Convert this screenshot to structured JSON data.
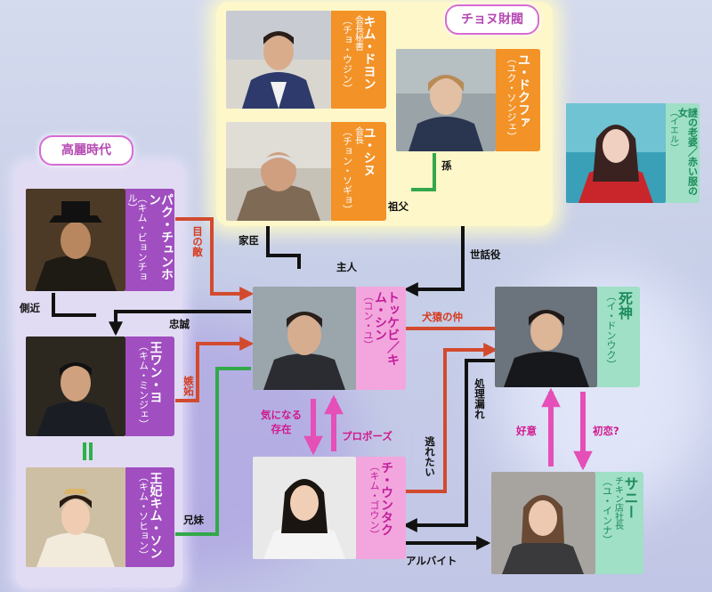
{
  "groups": {
    "goryeo": "高麗時代",
    "cheonu": "チョヌ財閥"
  },
  "characters": {
    "kim_doyon": {
      "name": "キム・ドヨン",
      "role": "会長秘書",
      "actor": "（チョ・ウジン）"
    },
    "yu_dokhwa": {
      "name": "ユ・ドクファ",
      "actor": "（ユク・ソンジェ）"
    },
    "yu_shinu": {
      "name": "ユ・シヌ",
      "role": "会長",
      "actor": "（チョン・ソギョ）"
    },
    "mystery": {
      "name": "謎の老婆／赤い服の女",
      "actor": "（イエル）"
    },
    "park": {
      "name": "パク・チュンホン",
      "actor": "（キム・ビョンチョル）"
    },
    "wangyeo": {
      "name": "王ワン・ヨ",
      "actor": "（キム・ミンジェ）"
    },
    "queen": {
      "name": "王妃キム・ソン",
      "actor": "（キム・ソヒョン）"
    },
    "goblin": {
      "name": "トッケビ／キム・シン",
      "actor": "（コン・ユ）"
    },
    "reaper": {
      "name": "死神",
      "actor": "（イ・ドンウク）"
    },
    "euntak": {
      "name": "チ・ウンタク",
      "actor": "（キム・ゴウン）"
    },
    "sunny": {
      "name": "サニー",
      "role": "チキン店社長",
      "actor": "（ユ・インナ）"
    }
  },
  "relations": {
    "grandson": "孫",
    "grandfather": "祖父",
    "servant": "家臣",
    "master": "主人",
    "caretaker": "世話役",
    "enemy": "目の敵",
    "aide": "側近",
    "loyalty": "忠誠",
    "jealousy": "嫉妬",
    "siblings": "兄妹",
    "cats_dogs": "犬猿の仲",
    "curious": "気になる存在",
    "propose": "プロポーズ",
    "escaped": "逃れたい",
    "missed_record": "処理漏れ",
    "favor": "好意",
    "first_love": "初恋?",
    "part_time": "アルバイト"
  },
  "colors": {
    "red_arrow": "#d24a2e",
    "black_arrow": "#111111",
    "pink_arrow": "#e54fb8",
    "green_line": "#33a84a"
  }
}
